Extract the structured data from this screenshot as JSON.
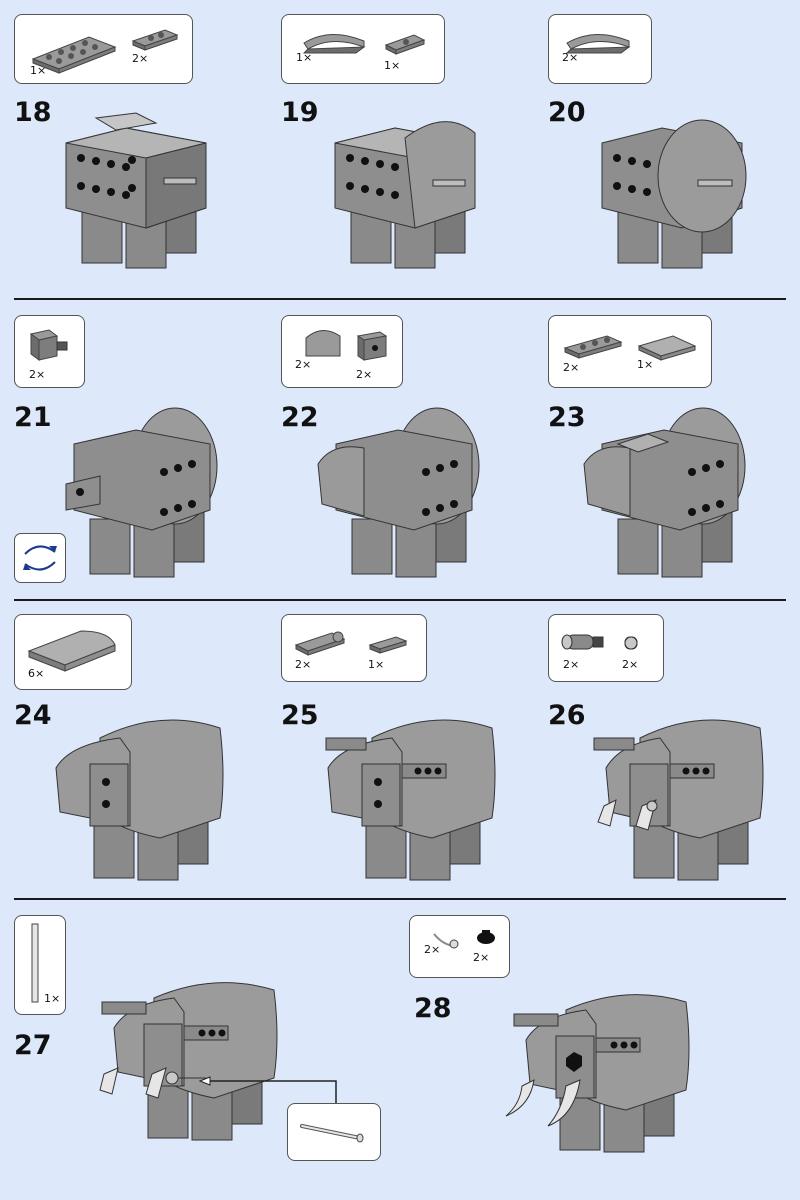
{
  "steps": [
    {
      "number": "18",
      "parts": [
        {
          "qty": "1×"
        },
        {
          "qty": "2×"
        }
      ]
    },
    {
      "number": "19",
      "parts": [
        {
          "qty": "1×"
        },
        {
          "qty": "1×"
        }
      ]
    },
    {
      "number": "20",
      "parts": [
        {
          "qty": "2×"
        }
      ]
    },
    {
      "number": "21",
      "parts": [
        {
          "qty": "2×"
        }
      ]
    },
    {
      "number": "22",
      "parts": [
        {
          "qty": "2×"
        },
        {
          "qty": "2×"
        }
      ]
    },
    {
      "number": "23",
      "parts": [
        {
          "qty": "2×"
        },
        {
          "qty": "1×"
        }
      ]
    },
    {
      "number": "24",
      "parts": [
        {
          "qty": "6×"
        }
      ]
    },
    {
      "number": "25",
      "parts": [
        {
          "qty": "2×"
        },
        {
          "qty": "1×"
        }
      ]
    },
    {
      "number": "26",
      "parts": [
        {
          "qty": "2×"
        },
        {
          "qty": "2×"
        }
      ]
    },
    {
      "number": "27",
      "parts": [
        {
          "qty": "1×"
        }
      ]
    },
    {
      "number": "28",
      "parts": [
        {
          "qty": "2×"
        },
        {
          "qty": "2×"
        }
      ]
    }
  ],
  "icons": {
    "rotate": "rotate-model-icon",
    "colors": {
      "brick": "#8e8e8e",
      "brick_dark": "#5f5f5f",
      "stud_hole": "#111111",
      "background": "#dde9fb",
      "tusk": "#e6e6e6"
    }
  }
}
